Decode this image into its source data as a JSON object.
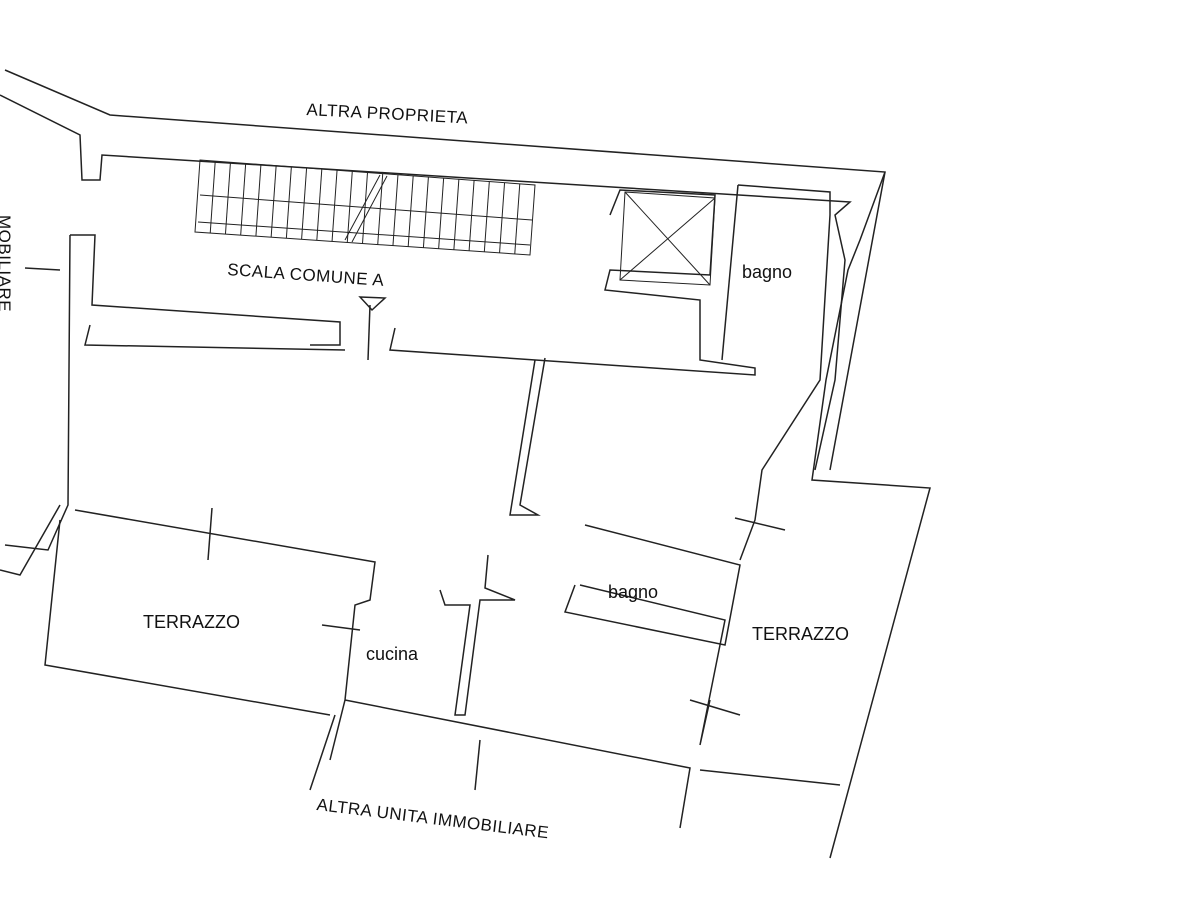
{
  "labels": {
    "top": "ALTRA PROPRIETA",
    "stair": "SCALA COMUNE A",
    "bathroom_top": "bagno",
    "terrace_left": "TERRAZZO",
    "kitchen": "cucina",
    "bathroom_mid": "bagno",
    "terrace_right": "TERRAZZO",
    "bottom": "ALTRA UNITA IMMOBILIARE",
    "left_edge": "MOBILIARE"
  },
  "colors": {
    "line": "#222222",
    "background": "#ffffff"
  }
}
